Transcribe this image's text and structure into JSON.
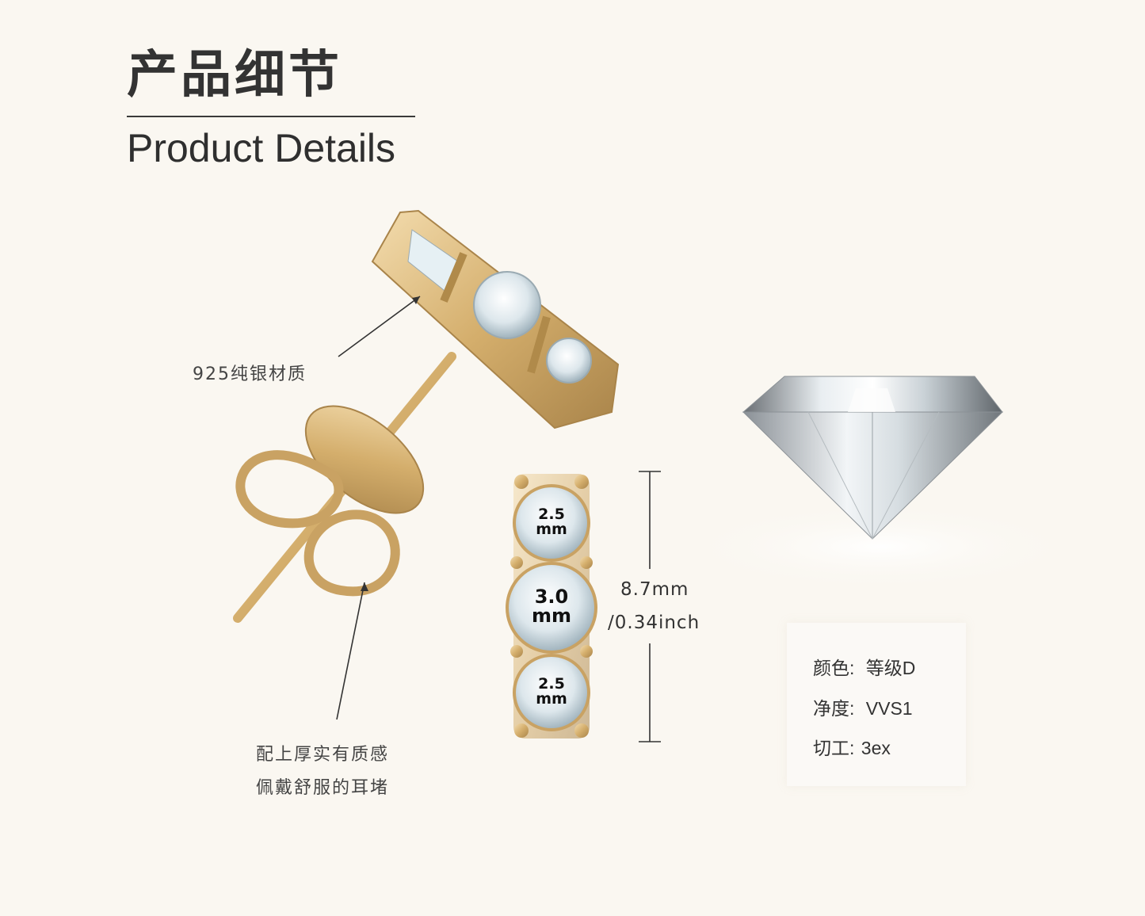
{
  "header": {
    "title_cn": "产品细节",
    "title_en": "Product Details"
  },
  "callouts": {
    "material": "925纯银材质",
    "backing_line1": "配上厚实有质感",
    "backing_line2": "佩戴舒服的耳堵"
  },
  "stones": [
    {
      "size": "2.5",
      "unit": "mm"
    },
    {
      "size": "3.0",
      "unit": "mm"
    },
    {
      "size": "2.5",
      "unit": "mm"
    }
  ],
  "dimension": {
    "metric": "8.7mm",
    "imperial": "/0.34inch"
  },
  "specs": [
    {
      "label": "颜色:",
      "value": "等级D"
    },
    {
      "label": "净度:",
      "value": "VVS1"
    },
    {
      "label": "切工:",
      "value": "3ex"
    }
  ],
  "colors": {
    "background": "#faf7f1",
    "gold": "#d8b57a",
    "gold_dark": "#b08a4a",
    "text": "#333333"
  }
}
